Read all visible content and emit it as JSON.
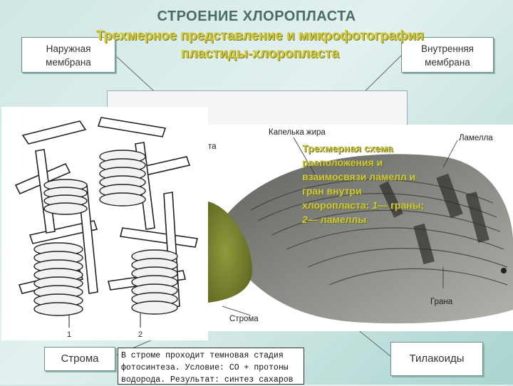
{
  "title": "СТРОЕНИЕ ХЛОРОПЛАСТА",
  "subtitle_line1": "Трехмерное представление и микрофотография",
  "subtitle_line2": "пластиды-хлоропласта",
  "labels": {
    "outer_line1": "Наружная",
    "outer_line2": "мембрана",
    "inner_line1": "Внутренняя",
    "inner_line2": "мембрана",
    "stroma": "Строма",
    "thylakoids": "Тилакоиды"
  },
  "photo_labels": {
    "fat_droplet": "Капелька жира",
    "lamella": "Ламелла",
    "grana": "Грана",
    "stroma": "Строма",
    "partial": "та"
  },
  "sketch_numbers": [
    "1",
    "2"
  ],
  "caption": {
    "line1": "Трехмерная схема",
    "line2": "расположения и",
    "line3": "взаимосвязи ламелл и",
    "line4": "гран внутри",
    "line5_a": "хлоропласта: ",
    "line5_num": "1",
    "line5_b": "— граны;",
    "line6_num": "2",
    "line6_b": "— ламеллы"
  },
  "note": {
    "line1": "В строме проходит темновая стадия",
    "line2": "фотосинтеза. Условие: СО  + протоны",
    "line3": "водорода. Результат: синтез сахаров"
  },
  "colors": {
    "title": "#4a6b68",
    "subtitle": "#c9c64a",
    "chloroplast": "#7f8a2e"
  }
}
